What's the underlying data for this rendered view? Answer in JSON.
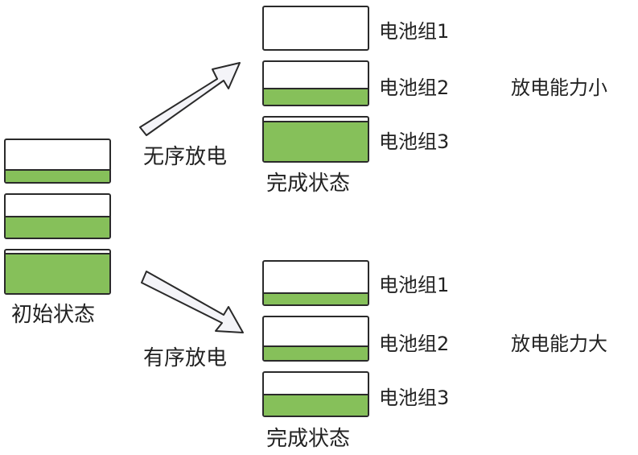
{
  "initial": {
    "caption": "初始状态",
    "cells": [
      {
        "charge": 0.27
      },
      {
        "charge": 0.48
      },
      {
        "charge": 0.9
      }
    ]
  },
  "top_branch": {
    "arrow_label": "无序放电",
    "caption": "完成状态",
    "result_label": "放电能力小",
    "cells": [
      {
        "name": "电池组1",
        "charge": 0.0
      },
      {
        "name": "电池组2",
        "charge": 0.36
      },
      {
        "name": "电池组3",
        "charge": 0.88
      }
    ]
  },
  "bottom_branch": {
    "arrow_label": "有序放电",
    "caption": "完成状态",
    "result_label": "放电能力大",
    "cells": [
      {
        "name": "电池组1",
        "charge": 0.25
      },
      {
        "name": "电池组2",
        "charge": 0.3
      },
      {
        "name": "电池组3",
        "charge": 0.48
      }
    ]
  },
  "colors": {
    "charge_fill": "#86c05a",
    "outline": "#2a2a2a"
  }
}
